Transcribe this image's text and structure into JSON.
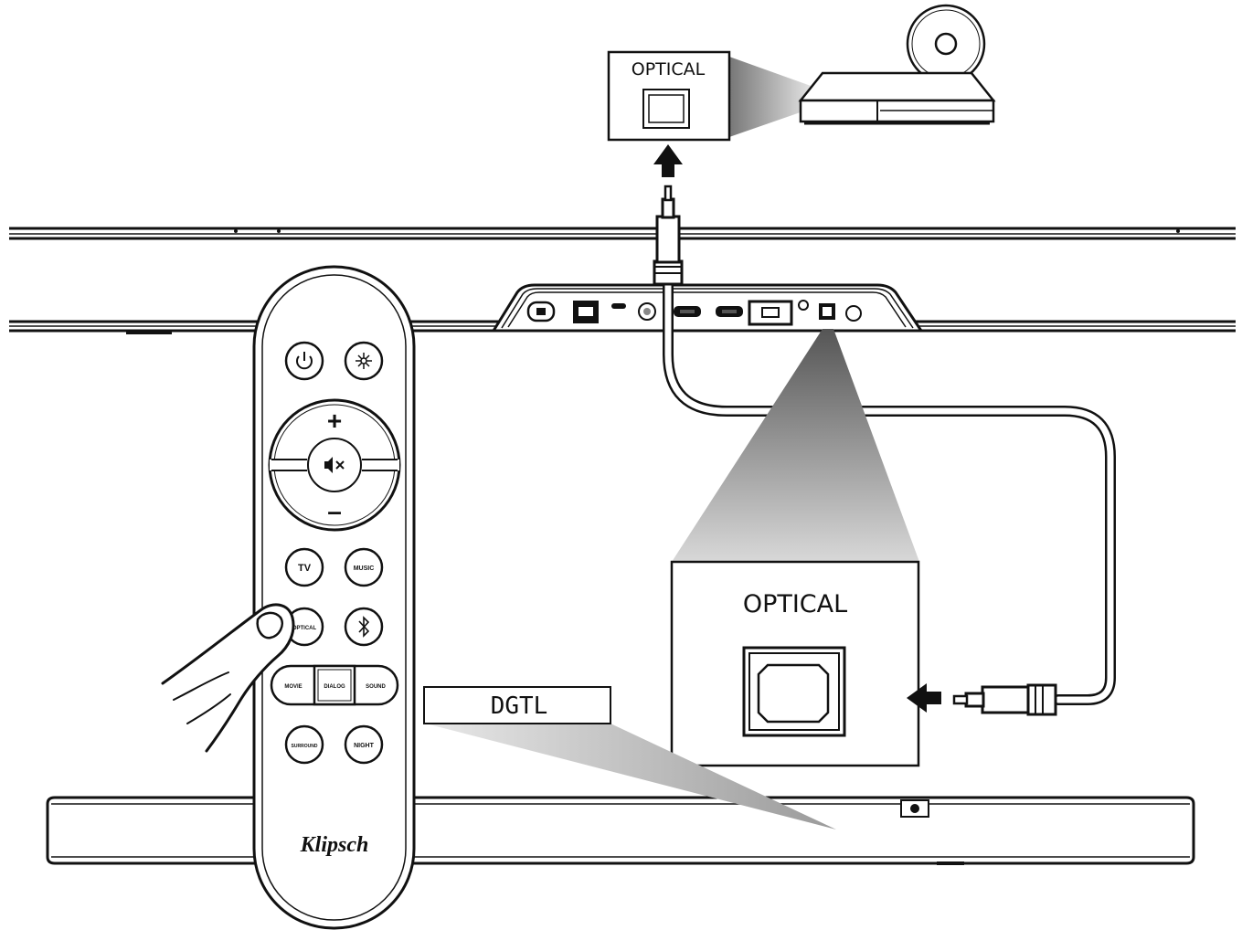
{
  "top_callout": {
    "label": "OPTICAL"
  },
  "large_callout": {
    "label": "OPTICAL"
  },
  "display": {
    "text": "DGTL"
  },
  "remote": {
    "brand": "Klipsch",
    "buttons": {
      "power": "power-icon",
      "light": "brightness-icon",
      "volume_up": "+",
      "mute": "mute-icon",
      "volume_down": "–",
      "tv": "TV",
      "music": "MUSIC",
      "optical": "OPTICAL",
      "bluetooth": "bluetooth-icon",
      "movie": "MOVIE",
      "dialog": "DIALOG",
      "sound": "SOUND",
      "surround": "SURROUND",
      "night": "NIGHT"
    }
  },
  "colors": {
    "ink": "#111111",
    "background": "#ffffff",
    "shade": "#9a9a9a"
  }
}
